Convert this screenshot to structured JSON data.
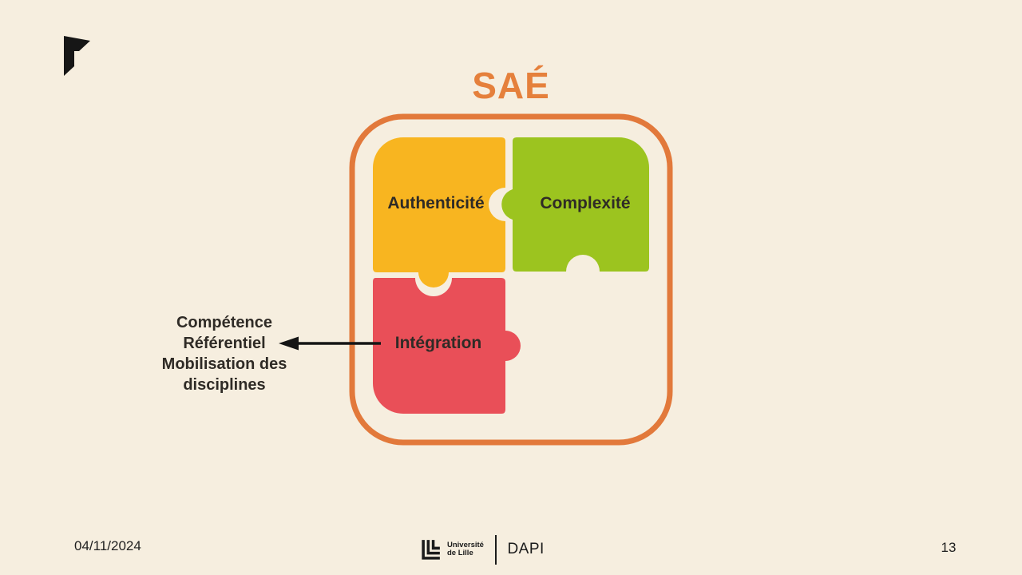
{
  "slide": {
    "title": "SAÉ",
    "date": "04/11/2024",
    "page_number": "13"
  },
  "diagram": {
    "border_color": "#E2793B",
    "pieces": [
      {
        "id": "authenticite",
        "label": "Authenticité",
        "color": "#F8B520"
      },
      {
        "id": "complexite",
        "label": "Complexité",
        "color": "#9CC41F"
      },
      {
        "id": "integration",
        "label": "Intégration",
        "color": "#E94F58"
      }
    ],
    "annotation": {
      "lines": [
        "Compétence",
        "Référentiel",
        "Mobilisation des",
        "disciplines"
      ]
    }
  },
  "footer": {
    "org_name_line1": "Université",
    "org_name_line2": "de Lille",
    "department": "DAPI"
  },
  "colors": {
    "background": "#F6EEDF",
    "accent_orange": "#E5803C",
    "piece_yellow": "#F8B520",
    "piece_green": "#9CC41F",
    "piece_red": "#E94F58",
    "text_dark": "#2F2B26",
    "arrow_black": "#151515"
  }
}
